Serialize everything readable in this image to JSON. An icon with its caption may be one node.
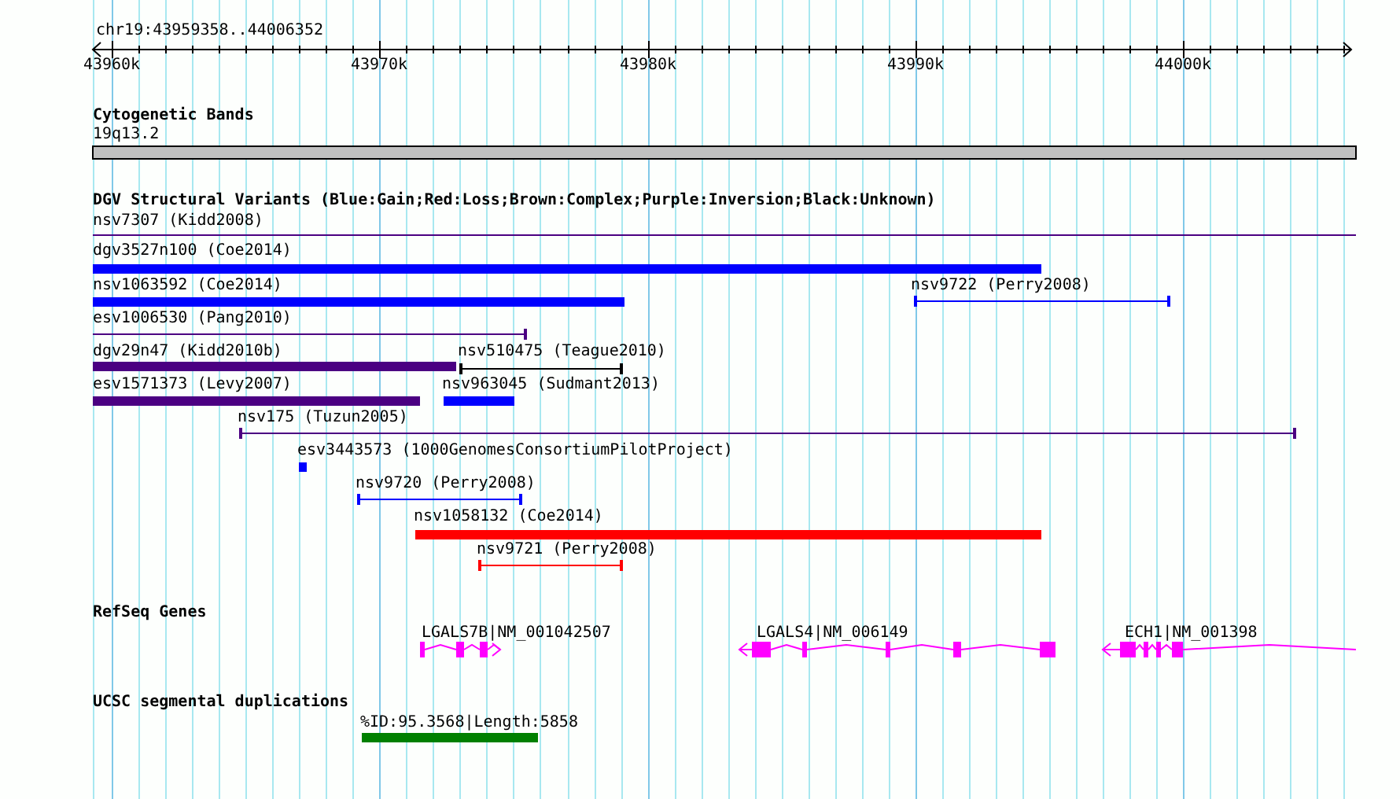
{
  "diagram": {
    "nodes": [
      {
        "text": [
          "19q13.2"
        ]
      },
      {
        "text": [
          "nsv7307 (Kidd2008)"
        ]
      },
      {
        "text": [
          "dgv3527n100 (Coe2014)"
        ]
      },
      {
        "text": [
          "nsv1063592 (Coe2014)"
        ]
      },
      {
        "text": [
          "nsv9722 (Perry2008)"
        ]
      },
      {
        "text": [
          "esv1006530 (Pang2010)"
        ]
      },
      {
        "text": [
          "dgv29n47 (Kidd2010b)"
        ]
      },
      {
        "text": [
          "nsv510475 (Teague2010)"
        ]
      },
      {
        "text": [
          "esv1571373 (Levy2007)"
        ]
      },
      {
        "text": [
          "nsv963045 (Sudmant2013)"
        ]
      },
      {
        "text": [
          "nsv175 (Tuzun2005)"
        ]
      },
      {
        "text": [
          "esv3443573 (1000GenomesConsortiumPilotProject)"
        ]
      },
      {
        "text": [
          "nsv9720 (Perry2008)"
        ]
      },
      {
        "text": [
          "nsv1058132 (Coe2014)"
        ]
      },
      {
        "text": [
          "nsv9721 (Perry2008)"
        ]
      },
      {
        "text": [
          "LGALS7B|NM_001042507"
        ]
      },
      {
        "text": [
          "LGALS4|NM_006149"
        ]
      },
      {
        "text": [
          "ECH1|NM_001398"
        ]
      },
      {
        "text": [
          "%ID:95.3568|Length:5858"
        ]
      }
    ],
    "labels": [
      "chr19:43959358..44006352",
      "43960k",
      "43970k",
      "43980k",
      "43990k",
      "44000k",
      "Cytogenetic Bands",
      "DGV Structural Variants (Blue:Gain;Red:Loss;Brown:Complex;Purple:Inversion;Black:Unknown)",
      "RefSeq Genes",
      "UCSC segmental duplications"
    ]
  }
}
